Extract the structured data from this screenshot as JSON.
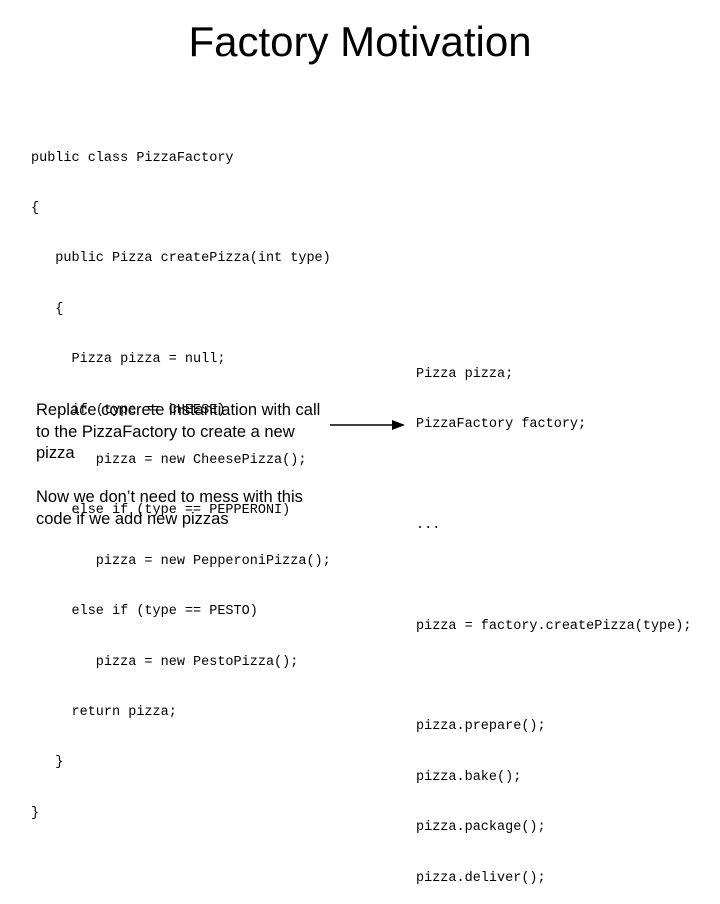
{
  "slide": {
    "title": "Factory Motivation"
  },
  "left_code": {
    "lines": [
      "public class PizzaFactory",
      "{",
      "   public Pizza createPizza(int type)",
      "   {",
      "     Pizza pizza = null;",
      "     if (type == CHEESE)",
      "        pizza = new CheesePizza();",
      "     else if (type == PEPPERONI)",
      "        pizza = new PepperoniPizza();",
      "     else if (type == PESTO)",
      "        pizza = new PestoPizza();",
      "     return pizza;",
      "   }",
      "}"
    ]
  },
  "right_code": {
    "lines": [
      "Pizza pizza;",
      "PizzaFactory factory;",
      "",
      "...",
      "",
      "pizza = factory.createPizza(type);",
      "",
      "pizza.prepare();",
      "pizza.bake();",
      "pizza.package();",
      "pizza.deliver();"
    ]
  },
  "notes": {
    "replace": "Replace concrete instantiation with call to the PizzaFactory to create a new pizza",
    "no_mess": "Now we don’t need to mess with this code if we add new pizzas"
  },
  "icons": {
    "arrow": "arrow-right-icon"
  }
}
